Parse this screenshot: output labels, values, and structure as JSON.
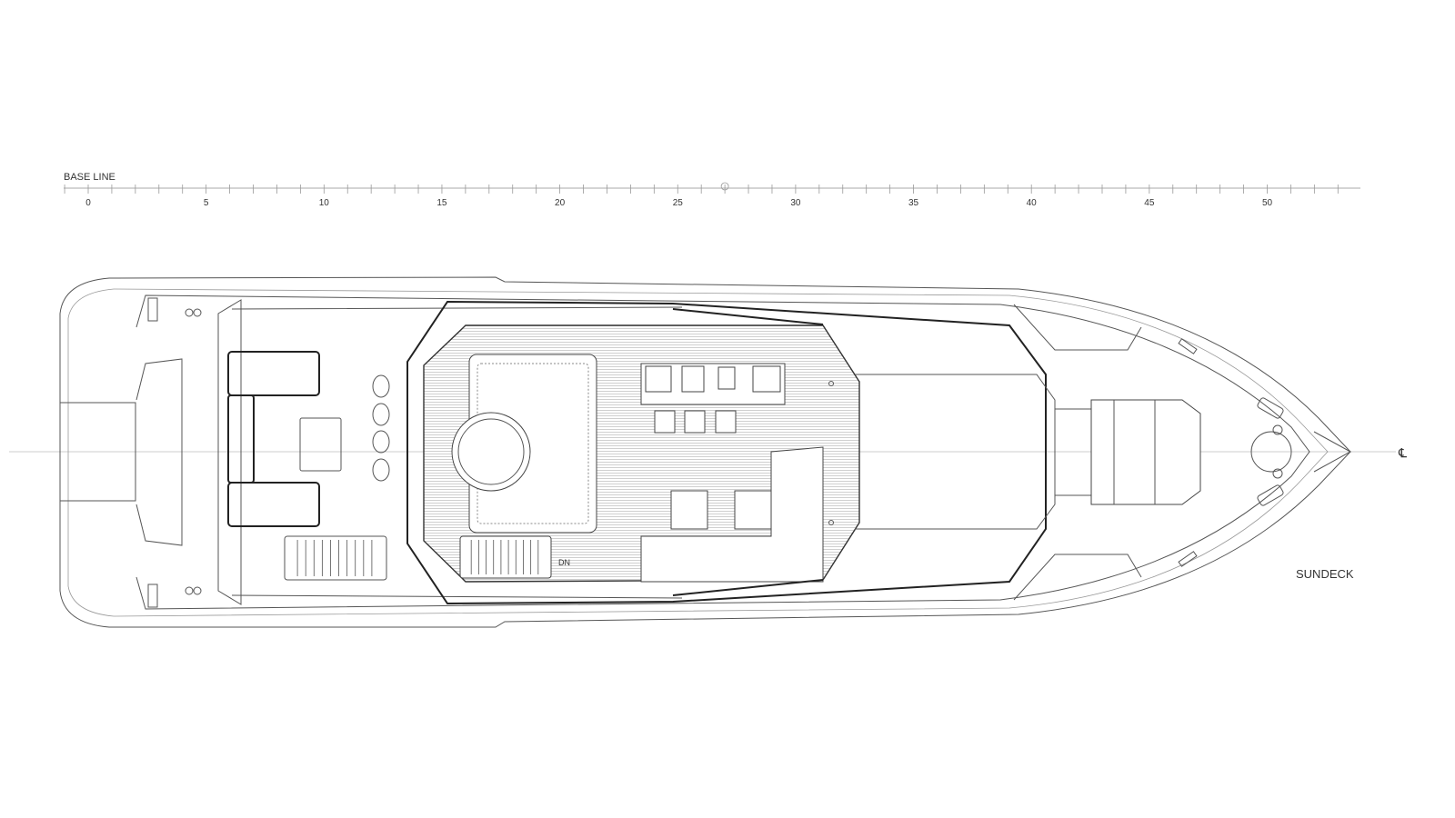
{
  "ruler": {
    "label": "BASE LINE",
    "unit_min": -1,
    "unit_max": 54,
    "major_step": 5,
    "tick_labels": [
      "0",
      "5",
      "10",
      "15",
      "20",
      "25",
      "30",
      "35",
      "40",
      "45",
      "50"
    ],
    "marker_at": 27
  },
  "plan": {
    "deck_label": "SUNDECK",
    "stair_label": "DN",
    "centerline_symbol": "℄"
  },
  "colors": {
    "line": "#555555",
    "teak": "#e6e6e6",
    "background": "#ffffff"
  }
}
